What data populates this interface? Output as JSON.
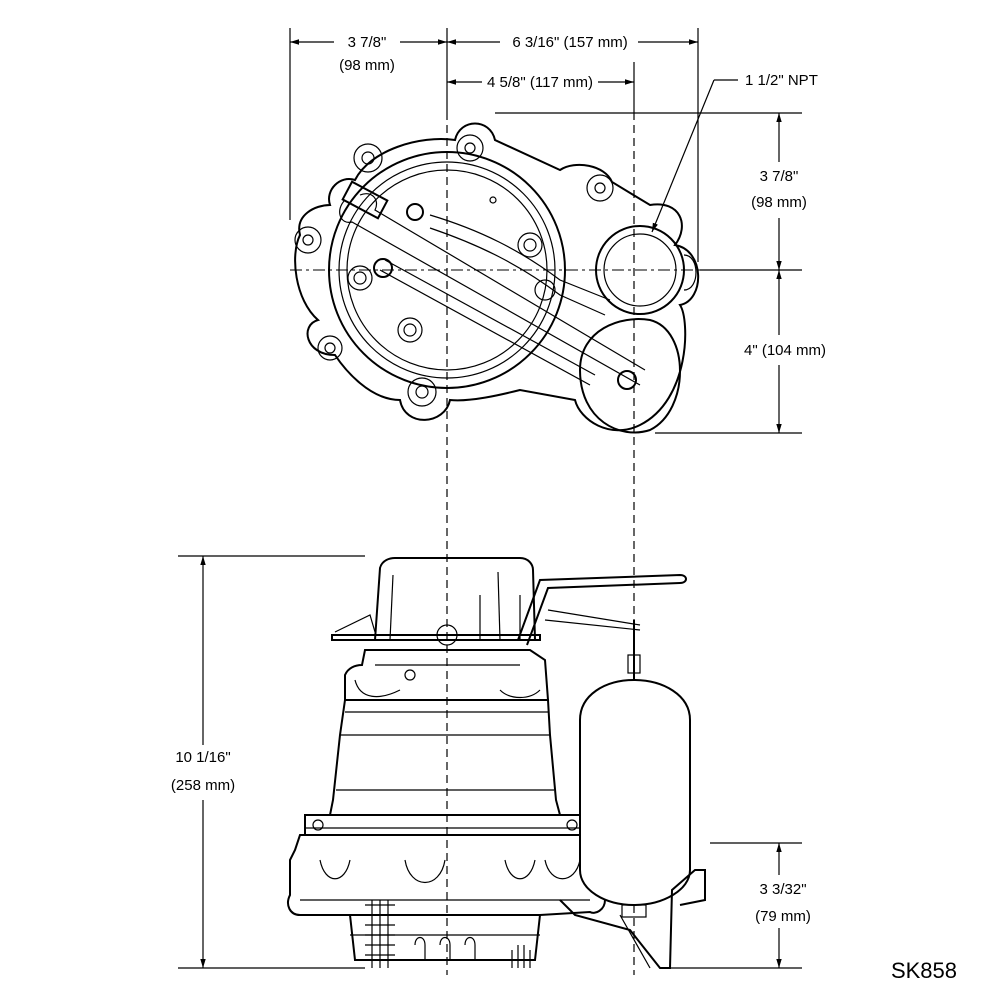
{
  "dimensions": {
    "top_left_width": {
      "imperial": "3 7/8\"",
      "metric": "(98 mm)"
    },
    "overall_width": {
      "label": "6 3/16\" (157 mm)"
    },
    "inner_width": {
      "label": "4 5/8\" (117 mm)"
    },
    "discharge": {
      "label": "1 1/2\" NPT"
    },
    "right_upper": {
      "imperial": "3 7/8\"",
      "metric": "(98 mm)"
    },
    "right_lower": {
      "label": "4\" (104 mm)"
    },
    "overall_height": {
      "imperial": "10 1/16\"",
      "metric": "(258 mm)"
    },
    "float_height": {
      "imperial": "3 3/32\"",
      "metric": "(79 mm)"
    }
  },
  "model_code": "SK858"
}
